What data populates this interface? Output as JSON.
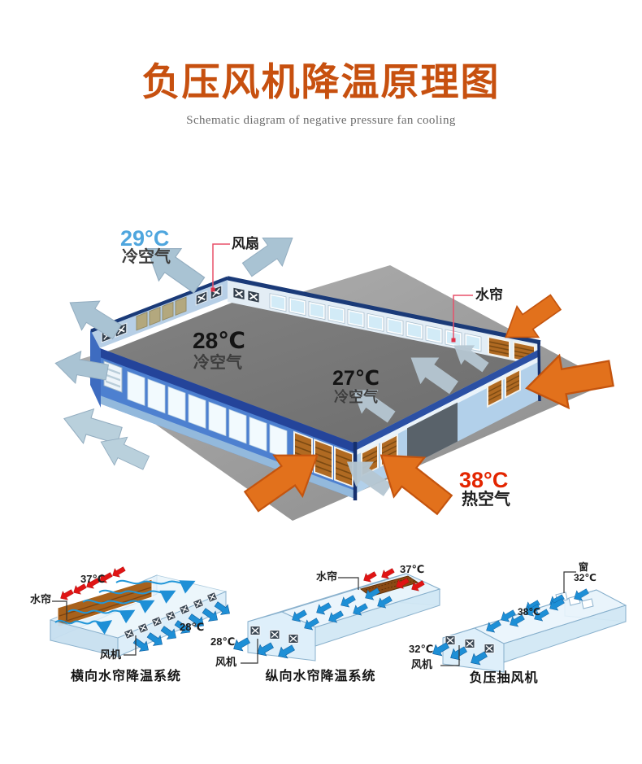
{
  "header": {
    "title": "负压风机降温原理图",
    "subtitle": "Schematic diagram of negative pressure fan cooling"
  },
  "colors": {
    "title_orange": "#c7500f",
    "cold_temp_blue": "#4fa6de",
    "hot_temp_red": "#e32500",
    "hot_arrow_orange": "#e2711c",
    "cool_arrow_gray_blue": "#a9c3d3",
    "airflow_blue": "#1e8fd6",
    "intake_arrow_red": "#e01414",
    "wall_blue": "#4d80d0",
    "wall_light_blue": "#b7cfe6",
    "trim_navy": "#24449a",
    "floor_gray": "#787878",
    "ground_gray": "#9d9d9d",
    "water_curtain_brown": "#b06a22",
    "callout_line_red": "#e8506a"
  },
  "main_diagram": {
    "exhaust": {
      "temp": "29°C",
      "label": "冷空气"
    },
    "fan_callout": "风扇",
    "curtain_callout": "水帘",
    "interior_1": {
      "temp": "28℃",
      "label": "冷空气"
    },
    "interior_2": {
      "temp": "27℃",
      "label": "冷空气"
    },
    "intake": {
      "temp": "38°C",
      "label": "热空气"
    }
  },
  "sub_diagrams": [
    {
      "caption": "横向水帘降温系统",
      "curtain": "水帘",
      "intake_temp": "37℃",
      "outlet_temp": "28℃",
      "fan": "风机"
    },
    {
      "caption": "纵向水帘降温系统",
      "curtain": "水帘",
      "intake_temp": "37℃",
      "outlet_temp": "28℃",
      "fan": "风机"
    },
    {
      "caption": "负压抽风机",
      "window": "窗",
      "window_temp": "32℃",
      "roof_temp": "38℃",
      "outlet_temp": "32℃",
      "fan": "风机"
    }
  ]
}
